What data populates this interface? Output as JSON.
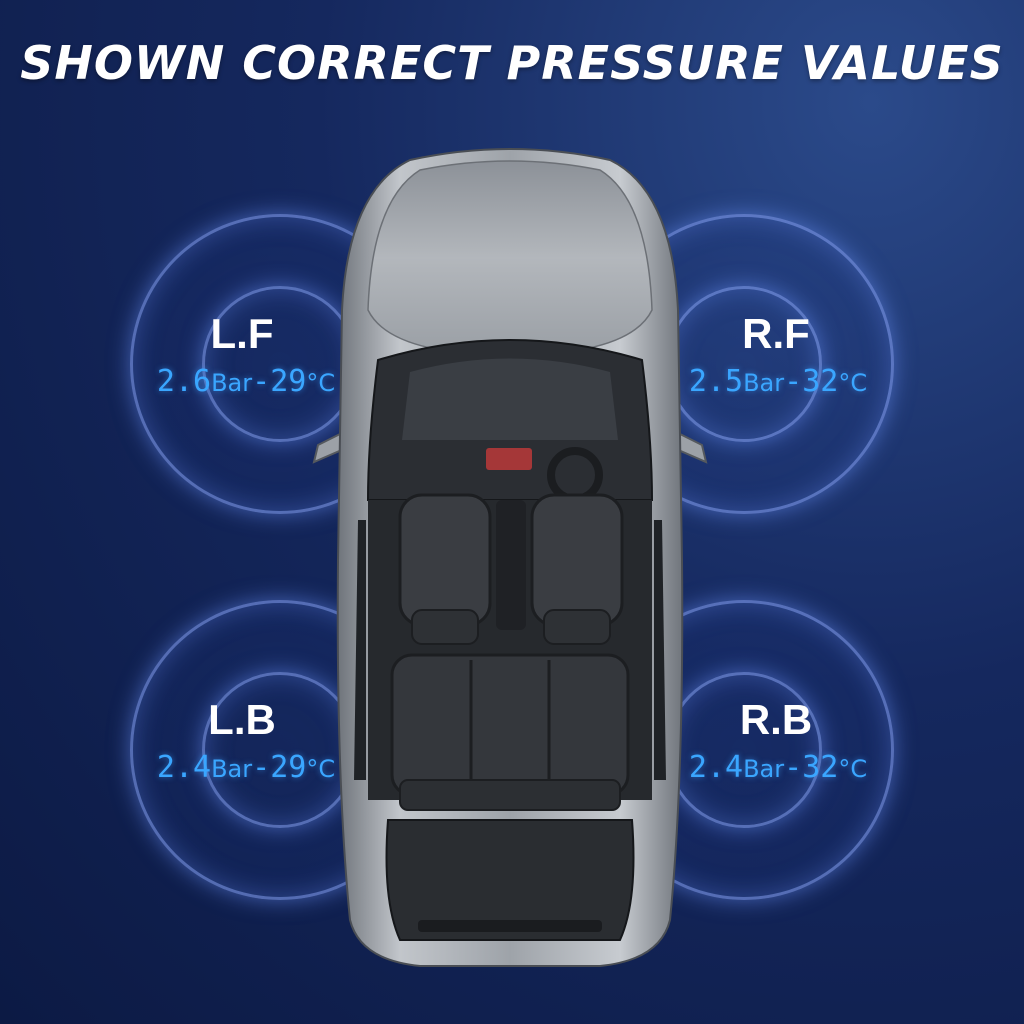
{
  "headline": "SHOWN CORRECT PRESSURE VALUES",
  "tires": [
    {
      "id": "lf",
      "label": "L.F",
      "pressure": "2.6",
      "pressure_unit": "Bar",
      "sep": "-",
      "temp": "29",
      "temp_unit": "°C"
    },
    {
      "id": "rf",
      "label": "R.F",
      "pressure": "2.5",
      "pressure_unit": "Bar",
      "sep": "-",
      "temp": "32",
      "temp_unit": "°C"
    },
    {
      "id": "lb",
      "label": "L.B",
      "pressure": "2.4",
      "pressure_unit": "Bar",
      "sep": "-",
      "temp": "29",
      "temp_unit": "°C"
    },
    {
      "id": "rb",
      "label": "R.B",
      "pressure": "2.4",
      "pressure_unit": "Bar",
      "sep": "-",
      "temp": "32",
      "temp_unit": "°C"
    }
  ],
  "colors": {
    "background": "#15285e",
    "reading": "#3aa6ff",
    "car_body": "#a9adb3"
  }
}
